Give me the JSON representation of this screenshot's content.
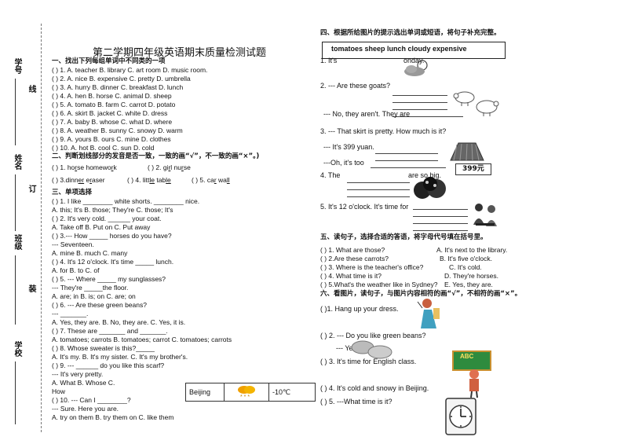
{
  "left_margin": {
    "student_id": "学号",
    "line": "线",
    "name": "姓名",
    "binding": "订",
    "class": "班级",
    "install": "装",
    "school": "学校"
  },
  "title": "第二学期四年级英语期末质量检测试题",
  "s1": {
    "heading": "一、找出下列每组单词中不同类的一项",
    "items": [
      "(  ) 1. A. teacher    B. library    C. art room    D. music room.",
      "(  ) 2. A. nice    B. expensive   C. pretty     D. umbrella",
      "(  ) 3. A. hurry    B. dinner    C. breakfast   D. lunch",
      "(  ) 4. A. hen     B. horse     C. animal    D. sheep",
      "(  ) 5. A. tomato   B. farm     C. carrot    D. potato",
      "(  ) 6. A. skirt    B. jacket    C. white    D. dress",
      "(  ) 7. A. baby    B. whose    C. what     D. where",
      "(  ) 8. A. weather  B. sunny     C. snowy     D. warm",
      "(  ) 9. A. yours    B. ours     C. mine     D. clothes",
      "(  ) 10. A. hot    B. cool     C. sun     D. cold"
    ]
  },
  "s2": {
    "heading": "二、判断划线部分的发音是否一致，一致的画“√”，不一致的画“×”。)",
    "row1": [
      {
        "pre": "(  ) 1. ho",
        "ul": "r",
        "post": "se  homewo",
        "ul2": "r",
        "post2": "k"
      },
      {
        "pre": "(  ) 2. gi",
        "ul": "r",
        "post": "l   nu",
        "ul2": "r",
        "post2": "se"
      }
    ],
    "row2": [
      {
        "pre": "(  ) 3.dinn",
        "ul": "er",
        "post": "   e",
        "ul2": "r",
        "post2": "aser"
      },
      {
        "pre": "(  ) 4. litt",
        "ul": "le",
        "post": "   tab",
        "ul2": "le",
        "post2": ""
      },
      {
        "pre": "(  ) 5. ca",
        "ul": "r",
        "post": "   wa",
        "ul2": "ll",
        "post2": ""
      }
    ]
  },
  "s3": {
    "heading": "三、单项选择",
    "lines": [
      "(  ) 1. I like ________ white shorts. ________ nice.",
      "    A. this; It's    B. those; They're   C. those; It's",
      "(  ) 2. It's very cold. ______ your coat.",
      "   A. Take off    B. Put on     C. Put away",
      "(  ) 3.--- How _____ horses do you have?",
      "    --- Seventeen.",
      "       A. mine      B. much      C. many",
      "(  ) 4. It's 12 o'clock. It's time _____ lunch.",
      "    A. for    B. to    C. of",
      "(  ) 5. --- Where _____ my sunglasses?",
      "    --- They're _____the floor.",
      "   A. are; in       B. is; on        C. are; on",
      "(  ) 6. --- Are these green beans?",
      "     --- _______.",
      "    A. Yes, they are.   B. No, they are.  C. Yes, it is.",
      "(  ) 7. These are _______ and _______.",
      "     A.  tomatoes; carrots  B. tomatoes; carrot  C. tomatoes; carrots",
      "(  ) 8. Whose sweater is this?_____",
      "    A. It's my.     B. It's my sister.     C. It's my brother's.",
      "(  ) 9. --- ______ do you like this scarf?",
      "    --- It's very pretty.",
      "      A. What       B. Whose        C.",
      "How",
      "(  ) 10. --- Can I ________?",
      "      --- Sure. Here you are.",
      "    A. try on them       B. try them on        C. like them"
    ]
  },
  "weather_table": {
    "city": "Beijing",
    "temp": "-10℃"
  },
  "s4": {
    "heading": "四、根据所给图片的提示选出单词或短语，将句子补充完整。",
    "word_box": "tomatoes  sheep  lunch  cloudy   expensive",
    "q1a": "1. It's",
    "q1b": "onday.",
    "q2": "2. --- Are these goats?",
    "q2b": "--- No, they aren't. They are",
    "q3": "3. --- That skirt is pretty. How much is it?",
    "q3b": "--- It's 399 yuan.",
    "q3c": "---Oh, it's too",
    "price": "399元",
    "q4a": "4. The",
    "q4b": "are so big.",
    "q5": "5. It's 12 o'clock. It's time for"
  },
  "s5": {
    "heading": "五、读句子，选择合适的答语，将字母代号填在括号里。",
    "left": [
      "(  ) 1. What are those?",
      "(  ) 2.Are these carrots?",
      "(  ) 3. Where is the teacher's office?",
      "(  ) 4. What time is it?",
      "(  ) 5.What's the weather like in Sydney?"
    ],
    "right": [
      "A. It's next to the library.",
      "B. It's five o'clock.",
      "C. It's cold.",
      "D. They're horses.",
      "E. Yes, they are."
    ]
  },
  "s6": {
    "heading": "六、看图片，读句子，与图片内容相符的画“√”，不相符的画“×”。",
    "items": [
      "(  )1. Hang up your dress.",
      "(  ) 2. --- Do you like green beans?",
      "--- Yes, I do.",
      "(  ) 3. It's time for English class.",
      "(  ) 4. It's cold and snowy in Beijing.",
      "(  ) 5. ---What time is it?"
    ],
    "board_text": "ABC"
  }
}
